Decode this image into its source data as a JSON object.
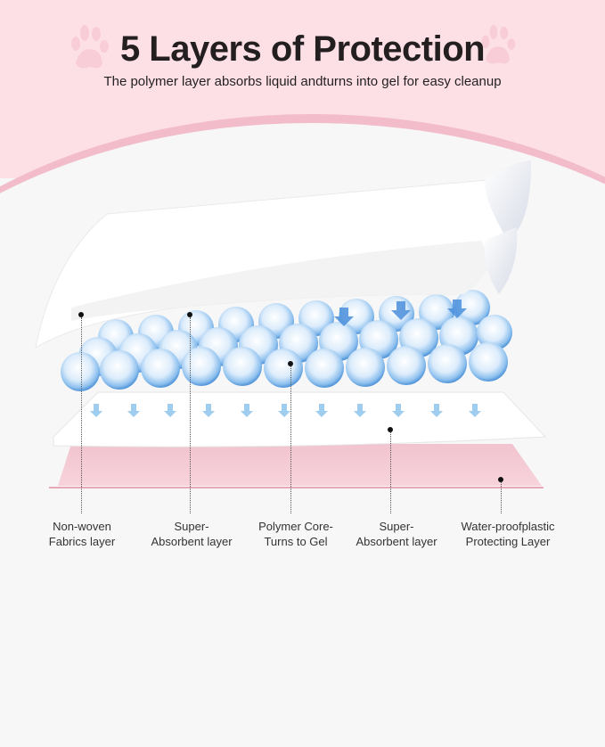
{
  "header": {
    "title": "5 Layers of Protection",
    "subtitle": "The polymer layer absorbs liquid andturns into gel for easy cleanup",
    "decoration": "paw-print-icon"
  },
  "colors": {
    "header_bg": "#fde0e6",
    "arc_accent": "#f2bccb",
    "background": "#f7f7f7",
    "pink_layer": "#f7c9d3",
    "bead_blue": "#7fb8ea",
    "text": "#231f20"
  },
  "layers": [
    {
      "label_line1": "Non-woven",
      "label_line2": "Fabrics layer"
    },
    {
      "label_line1": "Super-",
      "label_line2": "Absorbent layer"
    },
    {
      "label_line1": "Polymer Core-",
      "label_line2": "Turns to Gel"
    },
    {
      "label_line1": "Super-",
      "label_line2": "Absorbent layer"
    },
    {
      "label_line1": "Water-proofplastic",
      "label_line2": "Protecting Layer"
    }
  ]
}
